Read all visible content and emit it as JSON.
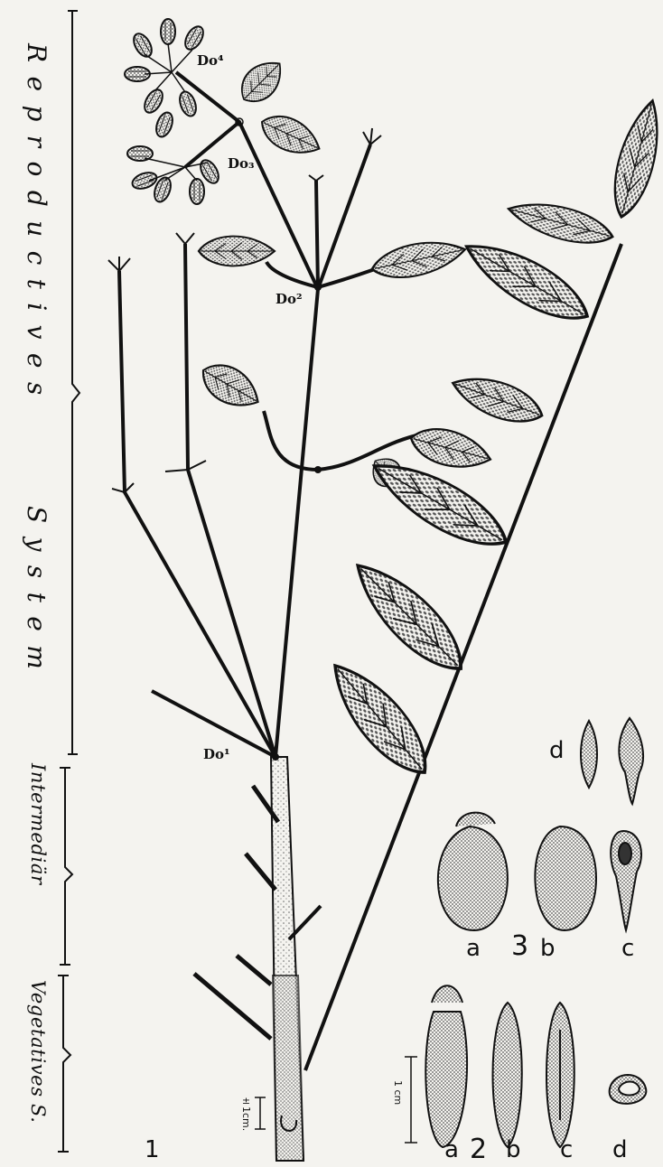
{
  "sections": {
    "reproductive": "Reproductives",
    "system": "System",
    "intermediate": "Intermediär",
    "vegetative": "Vegetatives S."
  },
  "node_labels": {
    "do1": "Do¹",
    "do2": "Do²",
    "do3": "Do₃",
    "do4": "Do⁴"
  },
  "figure_labels": {
    "fig1": "1",
    "fig2": "2",
    "fig3": "3",
    "a3": "a",
    "b3": "b",
    "c3": "c",
    "d3": "d",
    "a2": "a",
    "b2": "b",
    "c2": "c",
    "d2": "d"
  },
  "scales": {
    "fig1": "±1cm.",
    "fig2": "1 cm"
  },
  "colors": {
    "ink": "#111111",
    "stipple": "#9a9a9a",
    "paper": "#f4f3ef"
  }
}
